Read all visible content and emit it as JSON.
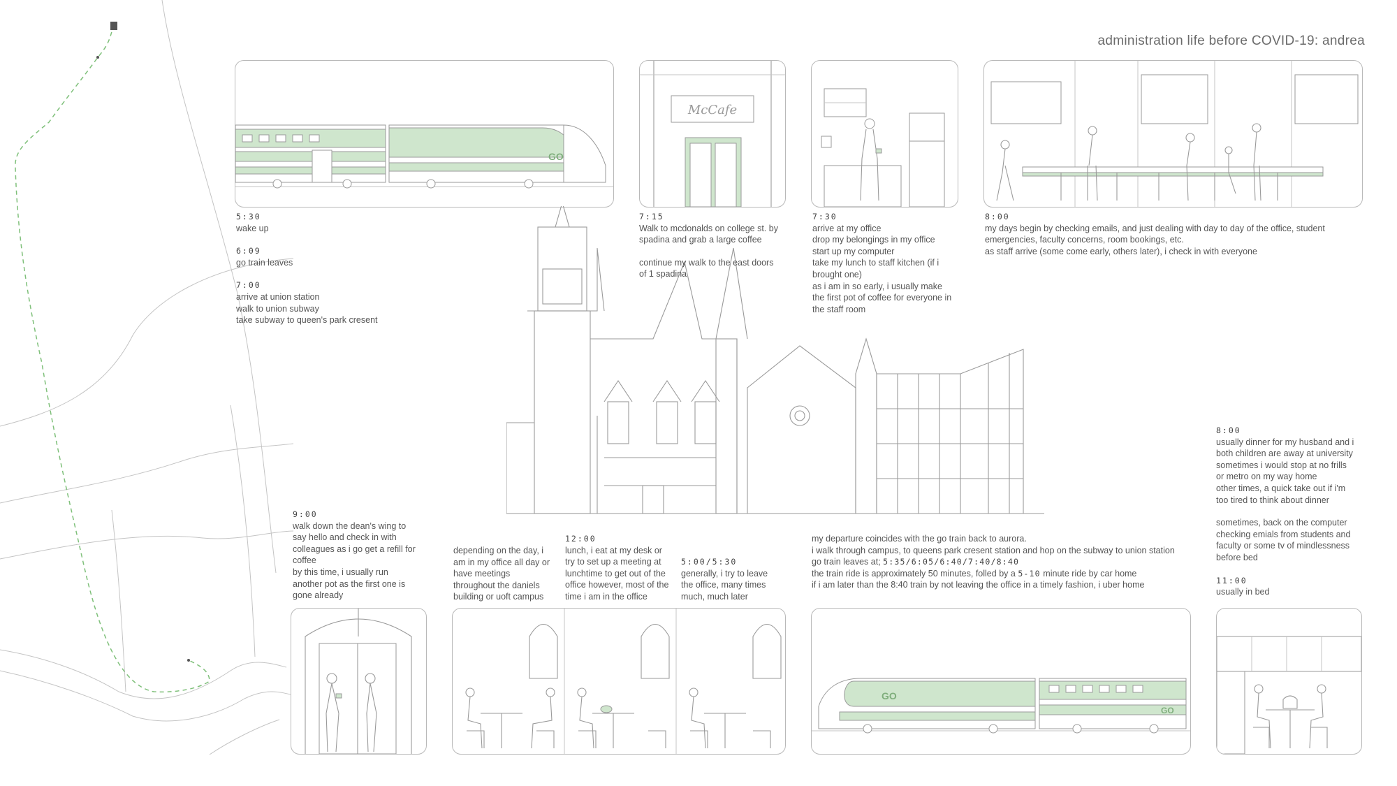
{
  "title": "administration life before COVID-19: andrea",
  "colors": {
    "accent_green": "#cfe6cd",
    "route_green": "#7fc07a",
    "line": "#9a9a9a"
  },
  "icons": {
    "map": "route-map-icon",
    "train": "go-train-icon",
    "mccafe": "mccafe-storefront-icon",
    "kitchen": "staff-kitchen-icon",
    "office": "open-office-icon",
    "campus": "campus-buildings-icon"
  },
  "mccafe_sign": "McCafe",
  "blocks": {
    "b1": {
      "t1": "5:30",
      "d1": "wake up",
      "t2": "6:09",
      "d2": "go train leaves",
      "t3": "7:00",
      "d3": "arrive at union station\nwalk to union subway\ntake subway to queen's park cresent"
    },
    "b2": {
      "t1": "7:15",
      "d1": "Walk to mcdonalds on college st. by\nspadina and grab a large coffee",
      "d2": "continue my walk to the east doors\nof 1 spadina"
    },
    "b3": {
      "t1": "7:30",
      "d1": "arrive at my office\ndrop my belongings in my office\nstart up my computer\ntake my lunch to staff kitchen (if i\nbrought one)\nas i am in so early, i usually make\nthe first pot of coffee for everyone in\nthe staff room"
    },
    "b4": {
      "t1": "8:00",
      "d1": "my days begin by checking emails, and just dealing with day to day of the office, student\nemergencies, faculty concerns, room bookings, etc.\nas staff arrive (some come early, others later), i check in with everyone"
    },
    "b5": {
      "t1": "9:00",
      "d1": "walk down the dean's wing to\nsay hello and check in with\ncolleagues as i go get a refill for\ncoffee\nby this time, i usually run\nanother pot as the first one is\ngone already"
    },
    "b6": {
      "d1": "depending on the day, i\nam in my office all day or\nhave meetings\nthroughout the daniels\nbuilding or uoft campus"
    },
    "b7": {
      "t1": "12:00",
      "d1": "lunch, i eat at my desk or\ntry to set up a meeting at\nlunchtime to get out of the\noffice however, most of the\ntime i am in the office"
    },
    "b8": {
      "t1": "5:00/5:30",
      "d1": "generally, i try to leave\nthe office, many times\nmuch, much later"
    },
    "b9": {
      "l1": "my departure coincides with the go train back to aurora.",
      "l2": "i walk through campus, to queens park cresent station and hop on the subway to union station",
      "l3a": "go train leaves at;",
      "l3b": "5:35/6:05/6:40/7:40/8:40",
      "l4a": "the train ride is approximately 50 minutes, folled by a",
      "l4b": "5-10",
      "l4c": "minute ride by car home",
      "l5": "if i am later than the 8:40 train by not leaving the office in a timely fashion, i uber home"
    },
    "b10": {
      "t1": "8:00",
      "d1": "usually dinner for my husband and i\nboth children are away at university\nsometimes i would stop at no frills\nor metro on my way home\nother times, a quick take out if i'm\ntoo tired to think about dinner",
      "d2": "sometimes, back on the computer\nchecking emials from students and\nfaculty or some tv of mindlessness\nbefore bed",
      "t2": "11:00",
      "d3": "usually in bed"
    }
  }
}
